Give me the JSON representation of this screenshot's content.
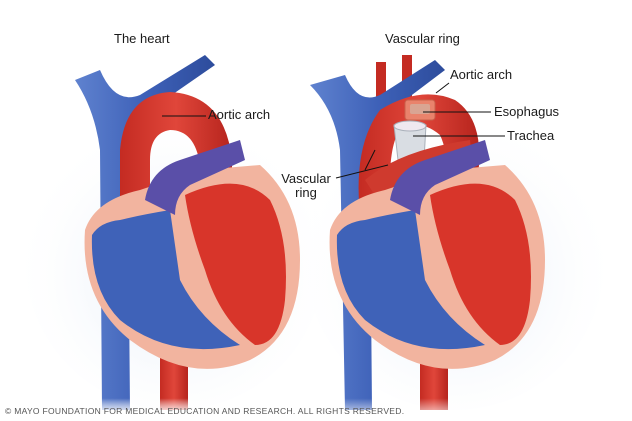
{
  "figure": {
    "left_panel": {
      "title": "The heart",
      "labels": {
        "aortic_arch": "Aortic arch"
      }
    },
    "right_panel": {
      "title": "Vascular ring",
      "labels": {
        "aortic_arch": "Aortic arch",
        "esophagus": "Esophagus",
        "trachea": "Trachea",
        "vascular_ring_line1": "Vascular",
        "vascular_ring_line2": "ring"
      }
    },
    "copyright": "© MAYO FOUNDATION FOR MEDICAL EDUCATION AND RESEARCH. ALL RIGHTS RESERVED.",
    "colors": {
      "oxygenated": "#d8352a",
      "deoxygenated": "#3f62b8",
      "tissue": "#f2b49f",
      "pulmonary": "#5a4fa8",
      "trachea": "#d9dde3",
      "esophagus": "#e9836c",
      "glow": "#dbe6f5"
    }
  }
}
